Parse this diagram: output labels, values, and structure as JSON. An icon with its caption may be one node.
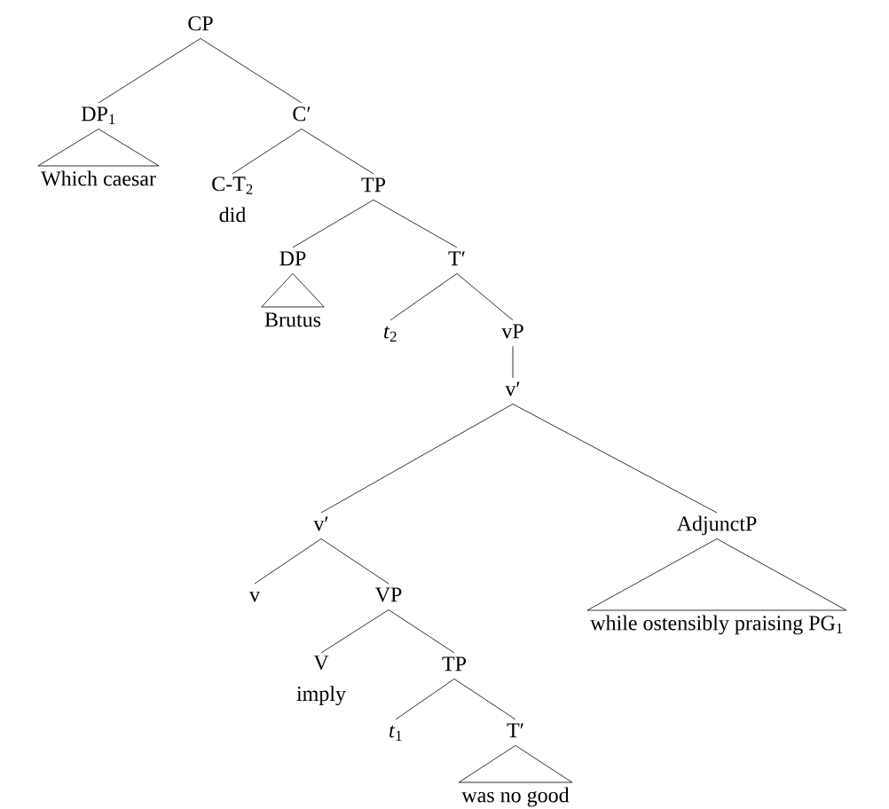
{
  "diagram": {
    "nodes": [
      {
        "text": [
          "CP"
        ]
      },
      {
        "text": [
          "DP$_{1}$"
        ]
      },
      {
        "text": [
          "C′"
        ]
      },
      {
        "text": [
          "Which caesar"
        ]
      },
      {
        "text": [
          "C-T$_{2}$",
          "did"
        ]
      },
      {
        "text": [
          "TP"
        ]
      },
      {
        "text": [
          "DP"
        ]
      },
      {
        "text": [
          "T′"
        ]
      },
      {
        "text": [
          "Brutus"
        ]
      },
      {
        "text": [
          "*t*$_{2}$"
        ]
      },
      {
        "text": [
          "vP"
        ]
      },
      {
        "text": [
          "v′"
        ]
      },
      {
        "text": [
          "v′"
        ]
      },
      {
        "text": [
          "AdjunctP"
        ]
      },
      {
        "text": [
          "v"
        ]
      },
      {
        "text": [
          "VP"
        ]
      },
      {
        "text": [
          "while ostensibly praising PG$_{1}$"
        ]
      },
      {
        "text": [
          "V",
          "imply"
        ]
      },
      {
        "text": [
          "TP"
        ]
      },
      {
        "text": [
          "*t*$_{1}$"
        ]
      },
      {
        "text": [
          "T′"
        ]
      },
      {
        "text": [
          "was no good"
        ]
      }
    ],
    "edges": [
      {
        "from": 0,
        "to": 1,
        "arrow": "none"
      },
      {
        "from": 0,
        "to": 2,
        "arrow": "none"
      },
      {
        "from": 1,
        "to": 3,
        "arrow": "none"
      },
      {
        "from": 2,
        "to": 4,
        "arrow": "none"
      },
      {
        "from": 2,
        "to": 5,
        "arrow": "none"
      },
      {
        "from": 5,
        "to": 6,
        "arrow": "none"
      },
      {
        "from": 5,
        "to": 7,
        "arrow": "none"
      },
      {
        "from": 6,
        "to": 8,
        "arrow": "none"
      },
      {
        "from": 7,
        "to": 9,
        "arrow": "none"
      },
      {
        "from": 7,
        "to": 10,
        "arrow": "none"
      },
      {
        "from": 10,
        "to": 11,
        "arrow": "none"
      },
      {
        "from": 11,
        "to": 12,
        "arrow": "none"
      },
      {
        "from": 11,
        "to": 13,
        "arrow": "none"
      },
      {
        "from": 12,
        "to": 14,
        "arrow": "none"
      },
      {
        "from": 12,
        "to": 15,
        "arrow": "none"
      },
      {
        "from": 13,
        "to": 16,
        "arrow": "none"
      },
      {
        "from": 15,
        "to": 17,
        "arrow": "none"
      },
      {
        "from": 15,
        "to": 18,
        "arrow": "none"
      },
      {
        "from": 18,
        "to": 19,
        "arrow": "none"
      },
      {
        "from": 18,
        "to": 20,
        "arrow": "none"
      },
      {
        "from": 20,
        "to": 21,
        "arrow": "none"
      }
    ]
  }
}
